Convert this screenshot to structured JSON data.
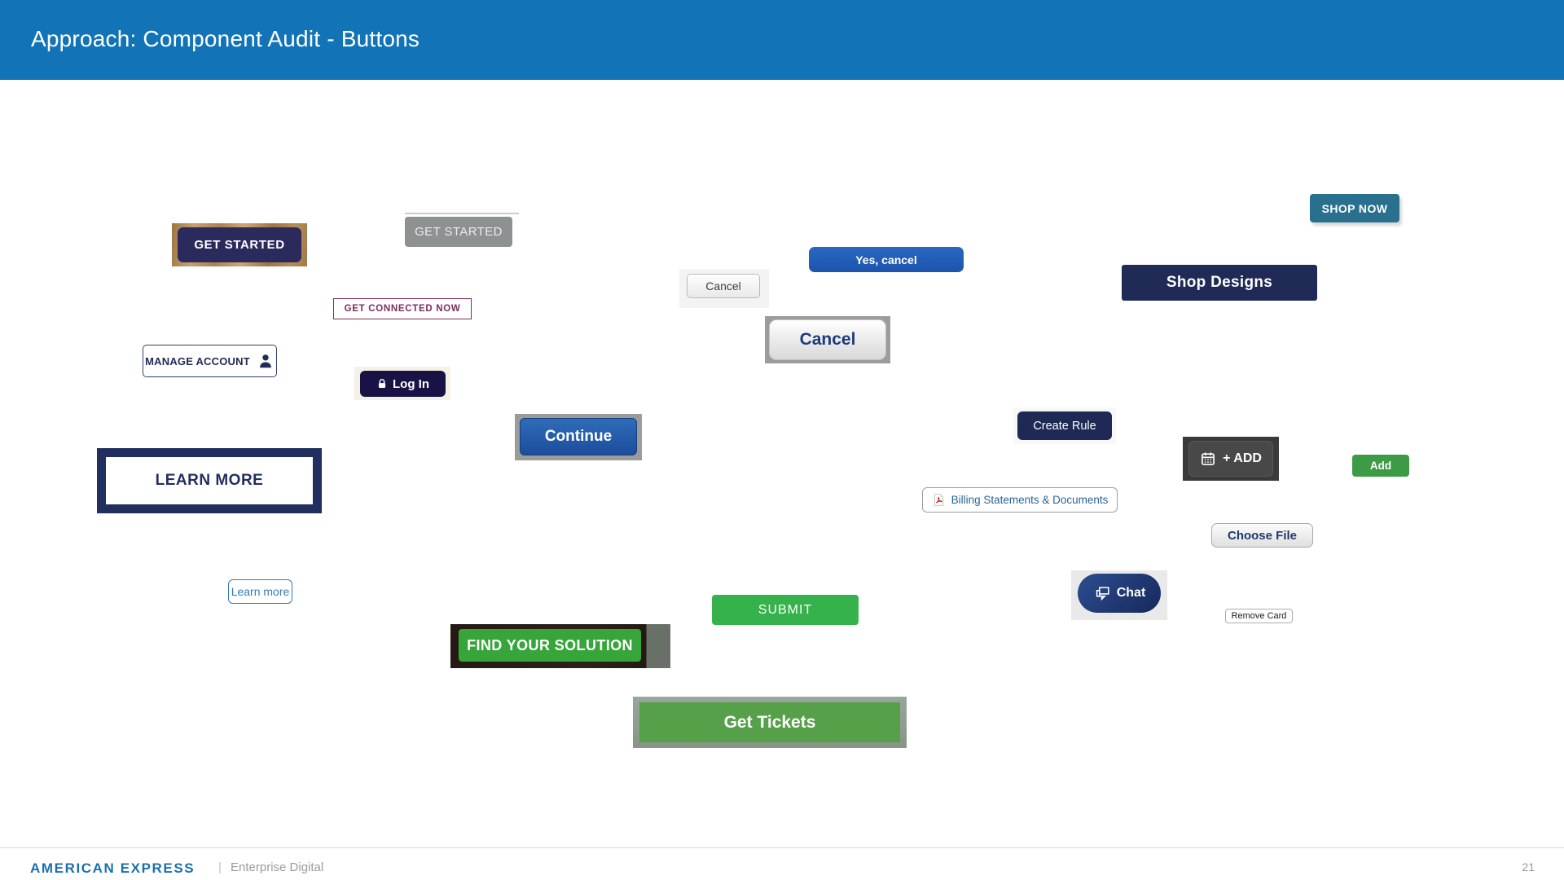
{
  "header": {
    "title": "Approach: Component Audit - Buttons"
  },
  "footer": {
    "brand": "AMERICAN EXPRESS",
    "divider": "|",
    "department": "Enterprise Digital",
    "page_number": "21"
  },
  "buttons": {
    "get_started_wood": "GET STARTED",
    "get_started_gray": "GET STARTED",
    "shop_now": "SHOP NOW",
    "yes_cancel": "Yes, cancel",
    "cancel_small": "Cancel",
    "shop_designs": "Shop Designs",
    "get_connected_now": "GET CONNECTED NOW",
    "cancel_large": "Cancel",
    "manage_account": "MANAGE ACCOUNT",
    "log_in": "Log In",
    "continue": "Continue",
    "create_rule": "Create Rule",
    "add_calendar": "+ ADD",
    "add_green": "Add",
    "learn_more_large": "LEARN MORE",
    "billing_statements": "Billing Statements & Documents",
    "choose_file": "Choose File",
    "learn_more_small": "Learn more",
    "chat": "Chat",
    "submit": "SUBMIT",
    "remove_card": "Remove Card",
    "find_your_solution": "FIND YOUR SOLUTION",
    "get_tickets": "Get Tickets"
  },
  "colors": {
    "header_blue": "#1274b7",
    "amex_brand_blue": "#1b6fae",
    "navy": "#1f2a56",
    "dark_navy": "#191345",
    "royal_blue": "#1c54ad",
    "teal_blue": "#29708f",
    "purple": "#7b2d5e",
    "green": "#35b24b",
    "bright_green": "#36a53a",
    "muted_green": "#57a04a",
    "gray_button": "#8e9192"
  }
}
